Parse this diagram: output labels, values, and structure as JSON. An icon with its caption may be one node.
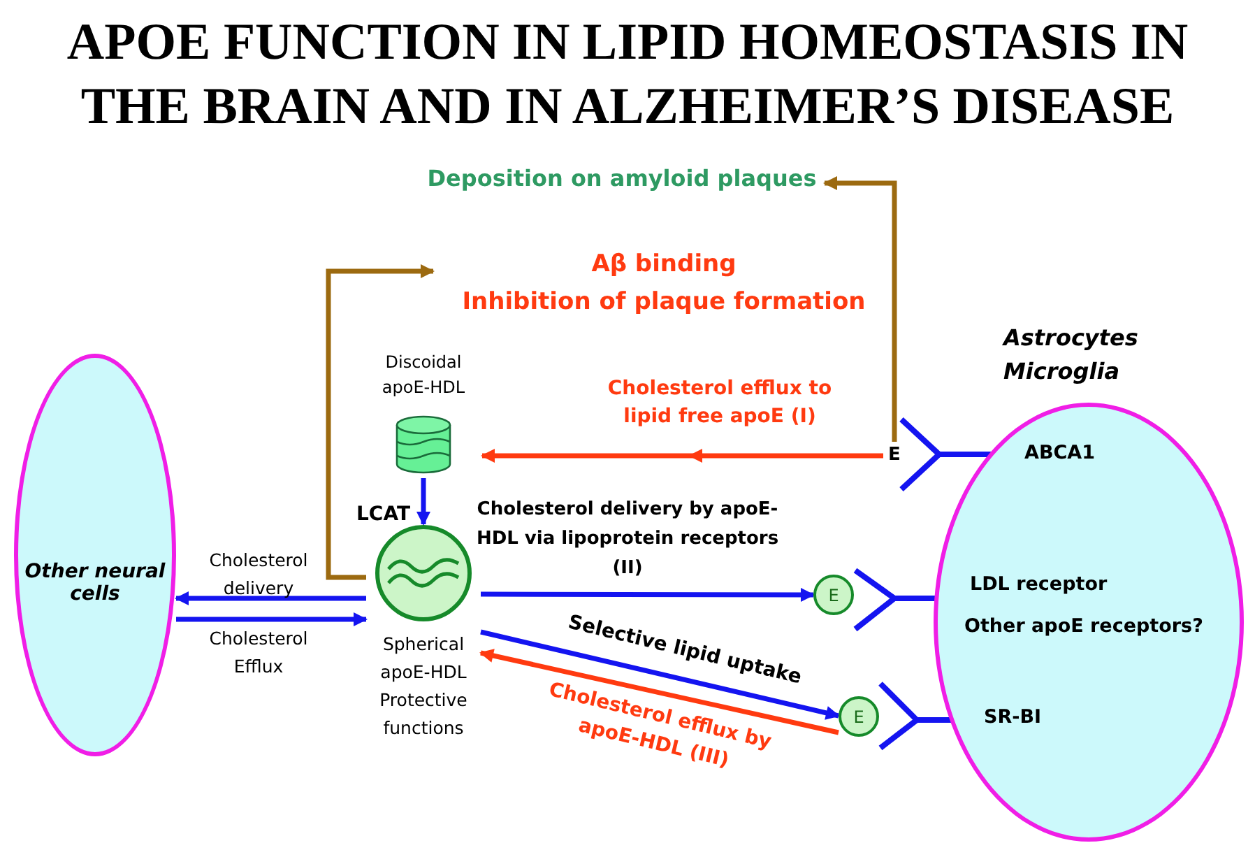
{
  "diagram": {
    "title": "APOE FUNCTION IN LIPID HOMEOSTASIS IN THE BRAIN AND IN ALZHEIMER’S DISEASE",
    "nodes": [
      {
        "text": [
          "Other neural cells"
        ]
      },
      {
        "text": [
          "Astrocytes Microglia"
        ]
      },
      {
        "text": [
          "Deposition on amyloid plaques"
        ]
      },
      {
        "text": [
          "Aβ binding",
          "Inhibition of plaque formation"
        ]
      },
      {
        "text": [
          "Discoidal apoE-HDL"
        ]
      },
      {
        "text": [
          "Spherical apoE-HDL Protective functions"
        ]
      },
      {
        "text": [
          "E"
        ]
      },
      {
        "text": [
          "E"
        ]
      },
      {
        "text": [
          "E"
        ]
      }
    ],
    "edges": [
      {
        "from": 6,
        "to": 2,
        "arrow": "to",
        "color": "#9c6a10"
      },
      {
        "from": 5,
        "to": 3,
        "arrow": "to",
        "color": "#9c6a10"
      },
      {
        "from": 6,
        "to": 4,
        "arrow": "to",
        "label": "Cholesterol efflux to lipid free apoE (I)",
        "color": "#ff3a10"
      },
      {
        "from": 4,
        "to": 5,
        "arrow": "to",
        "label": "LCAT"
      },
      {
        "from": 5,
        "to": 0,
        "arrow": "to",
        "label": "Cholesterol delivery"
      },
      {
        "from": 0,
        "to": 5,
        "arrow": "to",
        "label": "Cholesterol Efflux"
      },
      {
        "from": 5,
        "to": 7,
        "arrow": "to",
        "label": "Cholesterol delivery by apoE-HDL via lipoprotein receptors (II)"
      },
      {
        "from": 5,
        "to": 8,
        "arrow": "to",
        "label": "Selective lipid uptake"
      },
      {
        "from": 8,
        "to": 5,
        "arrow": "to",
        "label": "Cholesterol efflux by apoE-HDL (III)",
        "color": "#ff3a10"
      }
    ],
    "labels": [
      "ABCA1",
      "LDL receptor",
      "Other apoE receptors?",
      "SR-BI"
    ]
  }
}
